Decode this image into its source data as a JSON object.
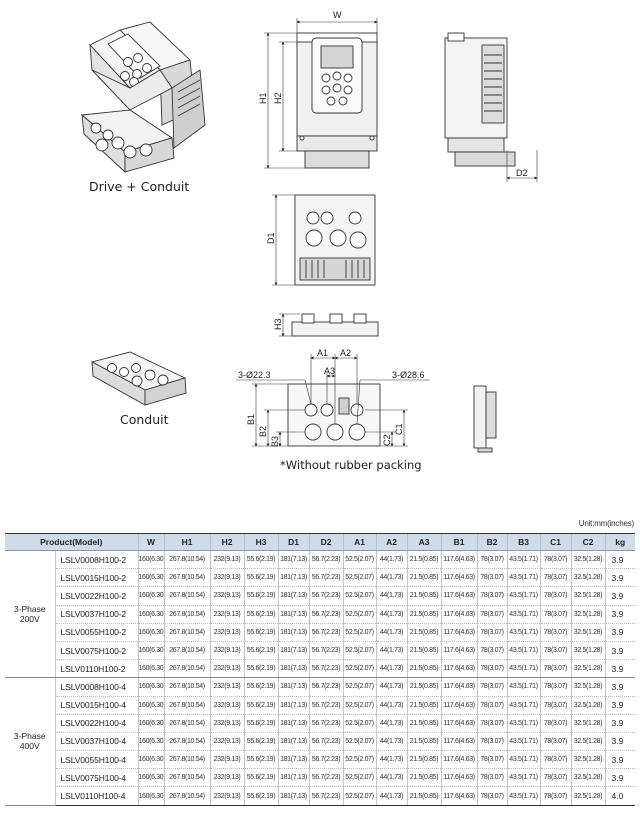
{
  "captions": {
    "drive_conduit": "Drive + Conduit",
    "conduit": "Conduit",
    "rubber_note": "*Without rubber packing"
  },
  "dimension_labels": {
    "W": "W",
    "H1": "H1",
    "H2": "H2",
    "D1": "D1",
    "D2": "D2",
    "H3": "H3",
    "A1": "A1",
    "A2": "A2",
    "A3": "A3",
    "B1": "B1",
    "B2": "B2",
    "B3": "B3",
    "C1": "C1",
    "C2": "C2",
    "hole_small": "3-Ø22.3",
    "hole_large": "3-Ø28.6"
  },
  "table": {
    "unit": "Unit:mm(inches)",
    "headers": [
      "Product(Model)",
      "W",
      "H1",
      "H2",
      "H3",
      "D1",
      "D2",
      "A1",
      "A2",
      "A3",
      "B1",
      "B2",
      "B3",
      "C1",
      "C2",
      "kg"
    ],
    "groups": [
      {
        "phase": "3-Phase 200V",
        "rows": [
          [
            "LSLV0008H100-2",
            "160(6.30)",
            "267.8(10.54)",
            "232(9.13)",
            "55.6(2.19)",
            "181(7.13)",
            "56.7(2.23)",
            "52.5(2.07)",
            "44(1.73)",
            "21.5(0.85)",
            "117.6(4.63)",
            "78(3.07)",
            "43.5(1.71)",
            "78(3.07)",
            "32.5(1.28)",
            "3.9"
          ],
          [
            "LSLV0015H100-2",
            "160(6.30)",
            "267.8(10.54)",
            "232(9.13)",
            "55.6(2.19)",
            "181(7.13)",
            "56.7(2.23)",
            "52.5(2.07)",
            "44(1.73)",
            "21.5(0.85)",
            "117.6(4.63)",
            "78(3.07)",
            "43.5(1.71)",
            "78(3.07)",
            "32.5(1.28)",
            "3.9"
          ],
          [
            "LSLV0022H100-2",
            "160(6.30)",
            "267.8(10.54)",
            "232(9.13)",
            "55.6(2.19)",
            "181(7.13)",
            "56.7(2.23)",
            "52.5(2.07)",
            "44(1.73)",
            "21.5(0.85)",
            "117.6(4.63)",
            "78(3.07)",
            "43.5(1.71)",
            "78(3.07)",
            "32.5(1.28)",
            "3.9"
          ],
          [
            "LSLV0037H100-2",
            "160(6.30)",
            "267.8(10.54)",
            "232(9.13)",
            "55.6(2.19)",
            "181(7.13)",
            "56.7(2.23)",
            "52.5(2.07)",
            "44(1.73)",
            "21.5(0.85)",
            "117.6(4.63)",
            "78(3.07)",
            "43.5(1.71)",
            "78(3.07)",
            "32.5(1.28)",
            "3.9"
          ],
          [
            "LSLV0055H100-2",
            "160(6.30)",
            "267.8(10.54)",
            "232(9.13)",
            "55.6(2.19)",
            "181(7.13)",
            "56.7(2.23)",
            "52.5(2.07)",
            "44(1.73)",
            "21.5(0.85)",
            "117.6(4.63)",
            "78(3.07)",
            "43.5(1.71)",
            "78(3.07)",
            "32.5(1.28)",
            "3.9"
          ],
          [
            "LSLV0075H100-2",
            "160(6.30)",
            "267.8(10.54)",
            "232(9.13)",
            "55.6(2.19)",
            "181(7.13)",
            "56.7(2.23)",
            "52.5(2.07)",
            "44(1.73)",
            "21.5(0.85)",
            "117.6(4.63)",
            "78(3.07)",
            "43.5(1.71)",
            "78(3.07)",
            "32.5(1.28)",
            "3.9"
          ],
          [
            "LSLV0110H100-2",
            "160(6.30)",
            "267.8(10.54)",
            "232(9.13)",
            "55.6(2.19)",
            "181(7.13)",
            "56.7(2.23)",
            "52.5(2.07)",
            "44(1.73)",
            "21.5(0.85)",
            "117.6(4.63)",
            "78(3.07)",
            "43.5(1.71)",
            "78(3.07)",
            "32.5(1.28)",
            "3.9"
          ]
        ]
      },
      {
        "phase": "3-Phase 400V",
        "rows": [
          [
            "LSLV0008H100-4",
            "160(6.30)",
            "267.8(10.54)",
            "232(9.13)",
            "55.6(2.19)",
            "181(7.13)",
            "56.7(2.23)",
            "52.5(2.07)",
            "44(1.73)",
            "21.5(0.85)",
            "117.6(4.63)",
            "78(3.07)",
            "43.5(1.71)",
            "78(3.07)",
            "32.5(1.28)",
            "3.9"
          ],
          [
            "LSLV0015H100-4",
            "160(6.30)",
            "267.8(10.54)",
            "232(9.13)",
            "55.6(2.19)",
            "181(7.13)",
            "56.7(2.23)",
            "52.5(2.07)",
            "44(1.73)",
            "21.5(0.85)",
            "117.6(4.63)",
            "78(3.07)",
            "43.5(1.71)",
            "78(3.07)",
            "32.5(1.28)",
            "3.9"
          ],
          [
            "LSLV0022H100-4",
            "160(6.30)",
            "267.8(10.54)",
            "232(9.13)",
            "55.6(2.19)",
            "181(7.13)",
            "56.7(2.23)",
            "52.5(2.07)",
            "44(1.73)",
            "21.5(0.85)",
            "117.6(4.63)",
            "78(3.07)",
            "43.5(1.71)",
            "78(3.07)",
            "32.5(1.28)",
            "3.9"
          ],
          [
            "LSLV0037H100-4",
            "160(6.30)",
            "267.8(10.54)",
            "232(9.13)",
            "55.6(2.19)",
            "181(7.13)",
            "56.7(2.23)",
            "52.5(2.07)",
            "44(1.73)",
            "21.5(0.85)",
            "117.6(4.63)",
            "78(3.07)",
            "43.5(1.71)",
            "78(3.07)",
            "32.5(1.28)",
            "3.9"
          ],
          [
            "LSLV0055H100-4",
            "160(6.30)",
            "267.8(10.54)",
            "232(9.13)",
            "55.6(2.19)",
            "181(7.13)",
            "56.7(2.23)",
            "52.5(2.07)",
            "44(1.73)",
            "21.5(0.85)",
            "117.6(4.63)",
            "78(3.07)",
            "43.5(1.71)",
            "78(3.07)",
            "32.5(1.28)",
            "3.9"
          ],
          [
            "LSLV0075H100-4",
            "160(6.30)",
            "267.8(10.54)",
            "232(9.13)",
            "55.6(2.19)",
            "181(7.13)",
            "56.7(2.23)",
            "52.5(2.07)",
            "44(1.73)",
            "21.5(0.85)",
            "117.6(4.63)",
            "78(3.07)",
            "43.5(1.71)",
            "78(3.07)",
            "32.5(1.28)",
            "3.9"
          ],
          [
            "LSLV0110H100-4",
            "160(6.30)",
            "267.8(10.54)",
            "232(9.13)",
            "55.6(2.19)",
            "181(7.13)",
            "56.7(2.23)",
            "52.5(2.07)",
            "44(1.73)",
            "21.5(0.85)",
            "117.6(4.63)",
            "78(3.07)",
            "43.5(1.71)",
            "78(3.07)",
            "32.5(1.28)",
            "4.0"
          ]
        ]
      }
    ]
  }
}
